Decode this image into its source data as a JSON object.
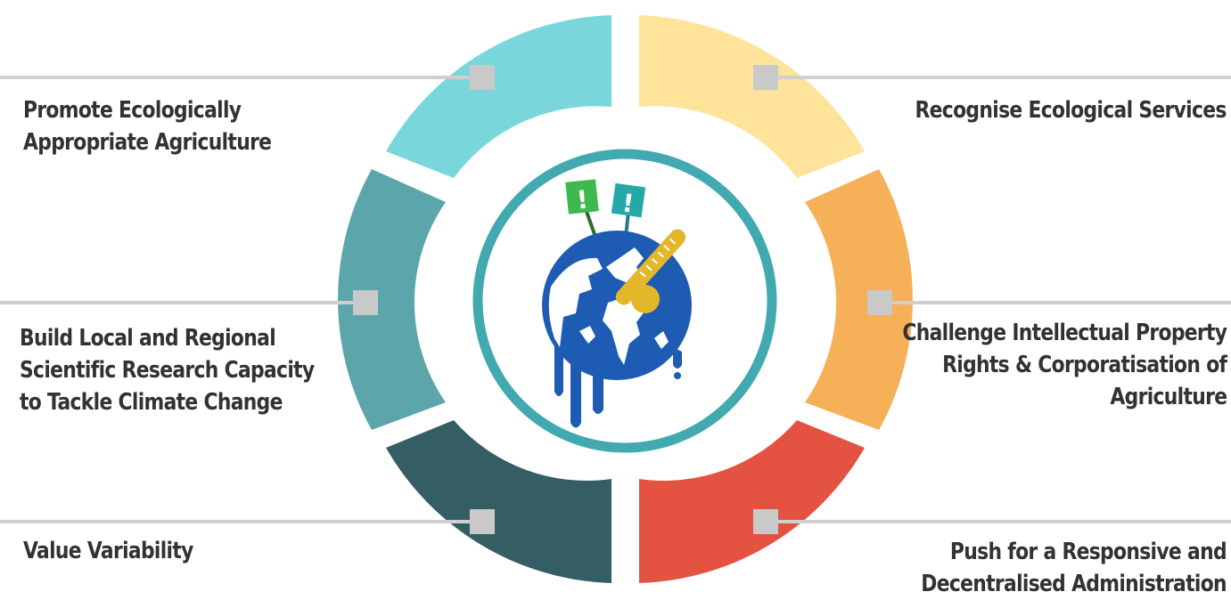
{
  "segments": [
    {
      "id": "promote",
      "color": "#79d7dc",
      "label_lines": [
        "Promote Ecologically",
        "Appropriate Agriculture"
      ]
    },
    {
      "id": "build",
      "color": "#5ba5ab",
      "label_lines": [
        "Build Local and Regional",
        "Scientific Research Capacity",
        "to Tackle Climate Change"
      ]
    },
    {
      "id": "value",
      "color": "#345e63",
      "label_lines": [
        "Value Variability"
      ]
    },
    {
      "id": "recognise",
      "color": "#fde49a",
      "label_lines": [
        "Recognise Ecological Services"
      ]
    },
    {
      "id": "challenge",
      "color": "#f5b058",
      "label_lines": [
        "Challenge Intellectual Property",
        "Rights & Corporatisation of",
        "Agriculture"
      ]
    },
    {
      "id": "push",
      "color": "#e45242",
      "label_lines": [
        "Push for a Responsive and",
        "Decentralised Administration"
      ]
    }
  ],
  "colors": {
    "connector_line": "#cfcfcf",
    "connector_square": "#c9c9c9",
    "inner_ring": "#42a9b1",
    "globe_ocean": "#1e5cb3",
    "globe_land": "#ffffff",
    "thermometer": "#e4b62a",
    "sign_green": "#3db94d",
    "sign_teal": "#26a8a8",
    "text": "#323232"
  },
  "center_icon": "melting-globe-thermometer-icon"
}
